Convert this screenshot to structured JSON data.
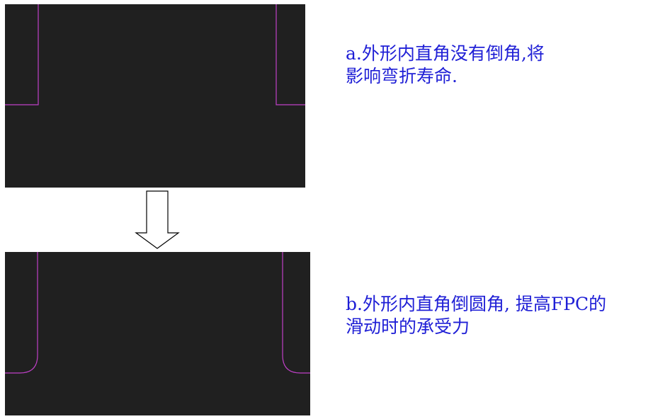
{
  "captions": {
    "a": {
      "line1": "a.外形内直角没有倒角,将",
      "line2": "影响弯折寿命."
    },
    "b": {
      "line1": "b.外形内直角倒圆角, 提高FPC的",
      "line2": "滑动时的承受力"
    }
  },
  "colors": {
    "panel": "#202020",
    "outline": "#c040c8",
    "caption": "#1f1fd6",
    "arrow_stroke": "#000000",
    "arrow_fill": "#ffffff"
  }
}
